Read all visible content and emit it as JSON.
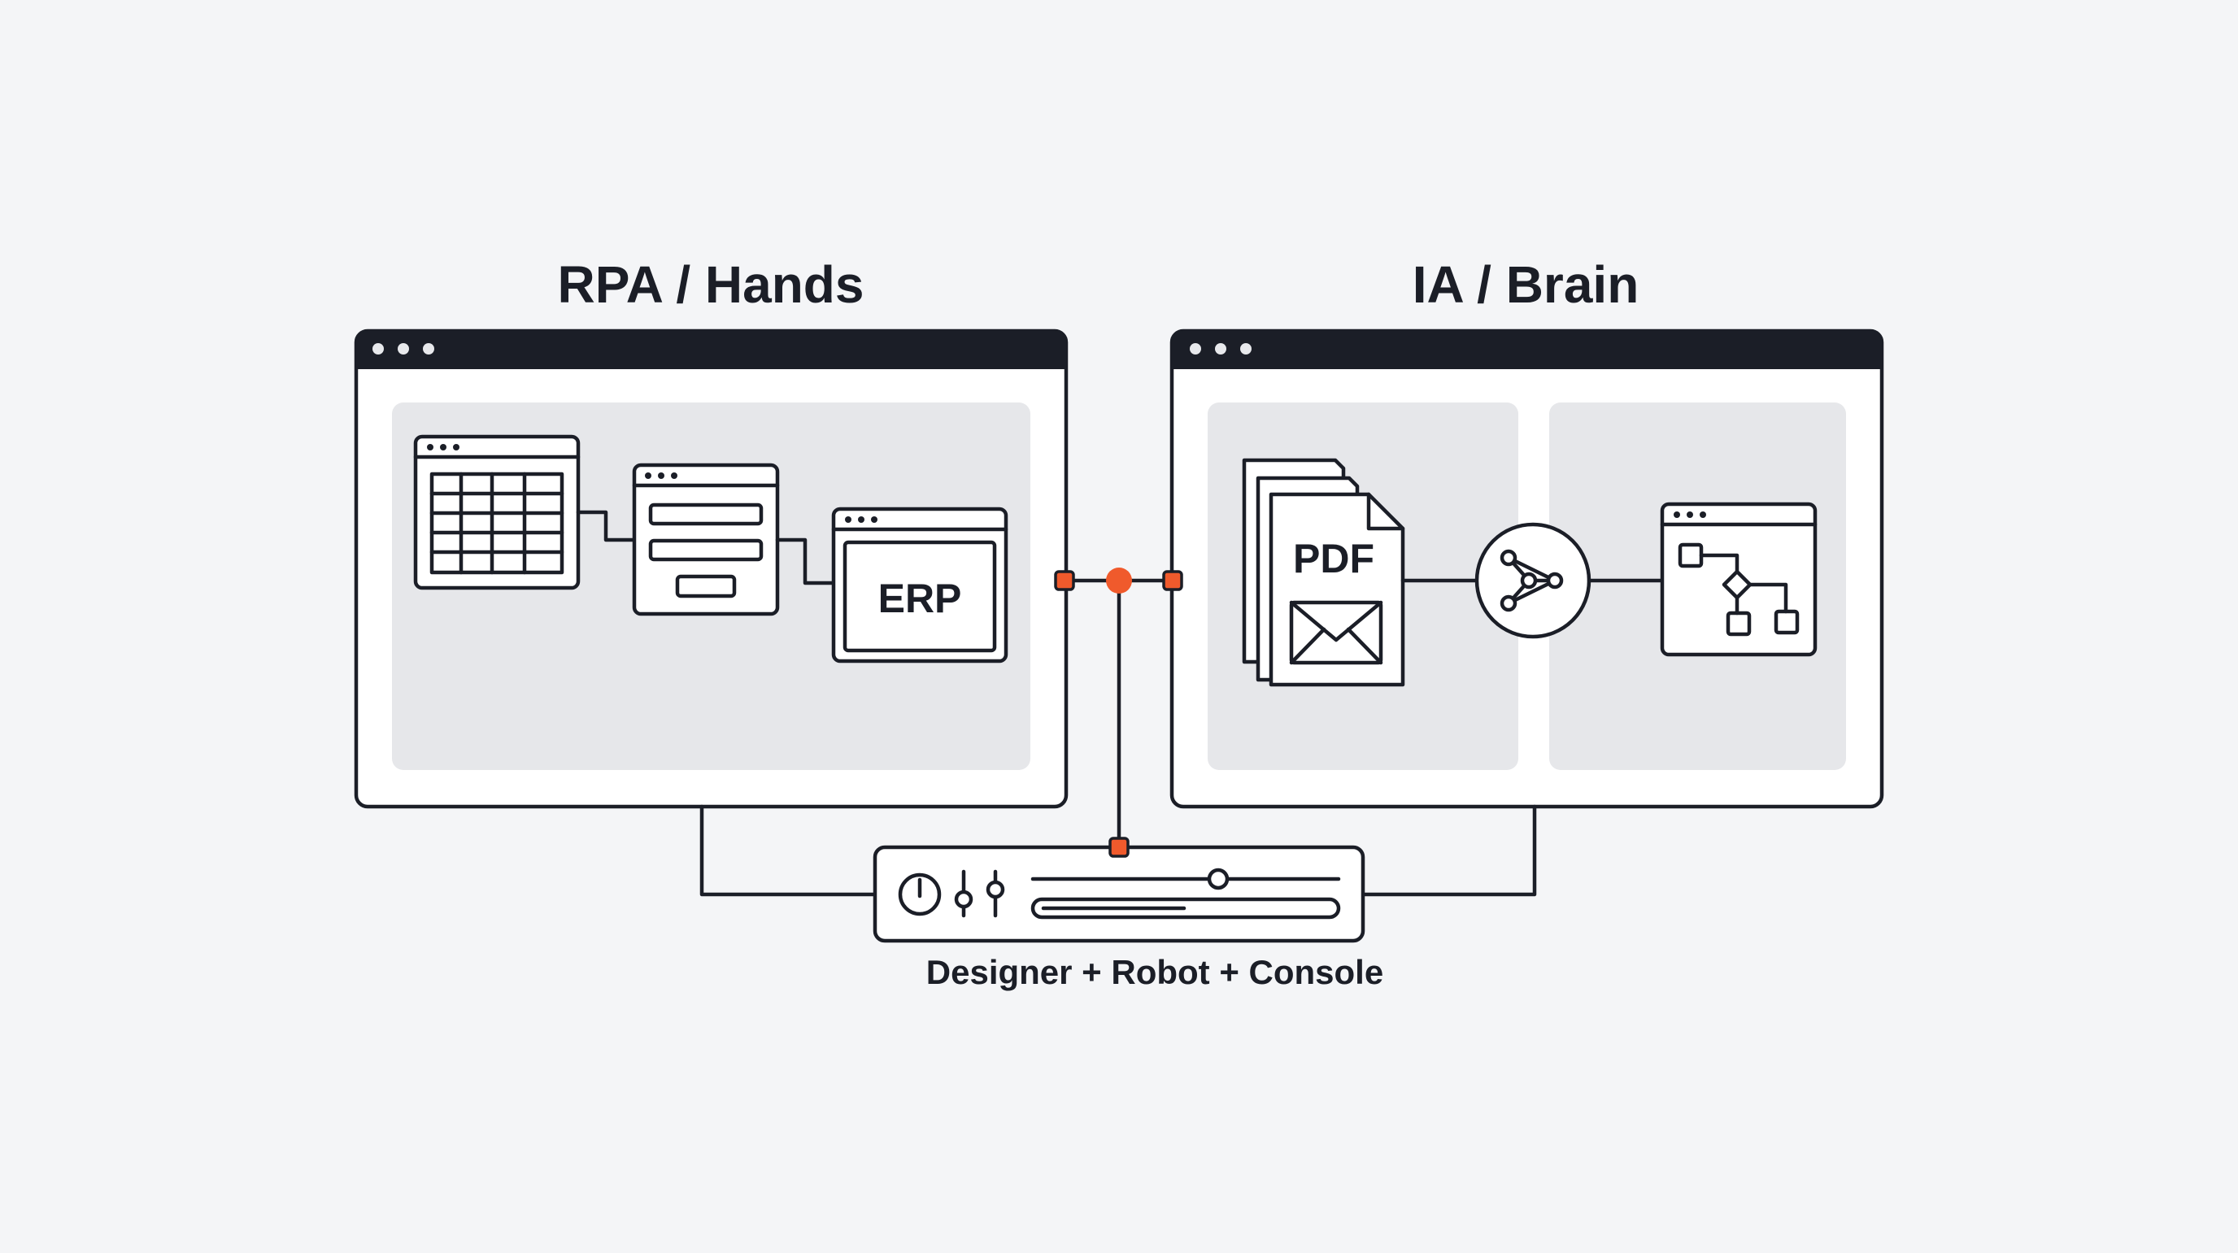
{
  "diagram": {
    "left_title": "RPA / Hands",
    "right_title": "IA / Brain",
    "erp_label": "ERP",
    "pdf_label": "PDF",
    "console_caption": "Designer + Robot + Console"
  },
  "colors": {
    "background": "#f4f5f7",
    "ink": "#1b1e27",
    "pane": "#e6e7ea",
    "accent": "#f05a2c"
  },
  "icons": {
    "left": [
      "spreadsheet-window-icon",
      "form-window-icon",
      "erp-window-icon"
    ],
    "right": [
      "pdf-documents-icon",
      "envelope-icon",
      "ai-network-node-icon",
      "workflow-window-icon"
    ],
    "console": [
      "power-icon",
      "sliders-icon",
      "slider-track",
      "progress-bar"
    ]
  }
}
